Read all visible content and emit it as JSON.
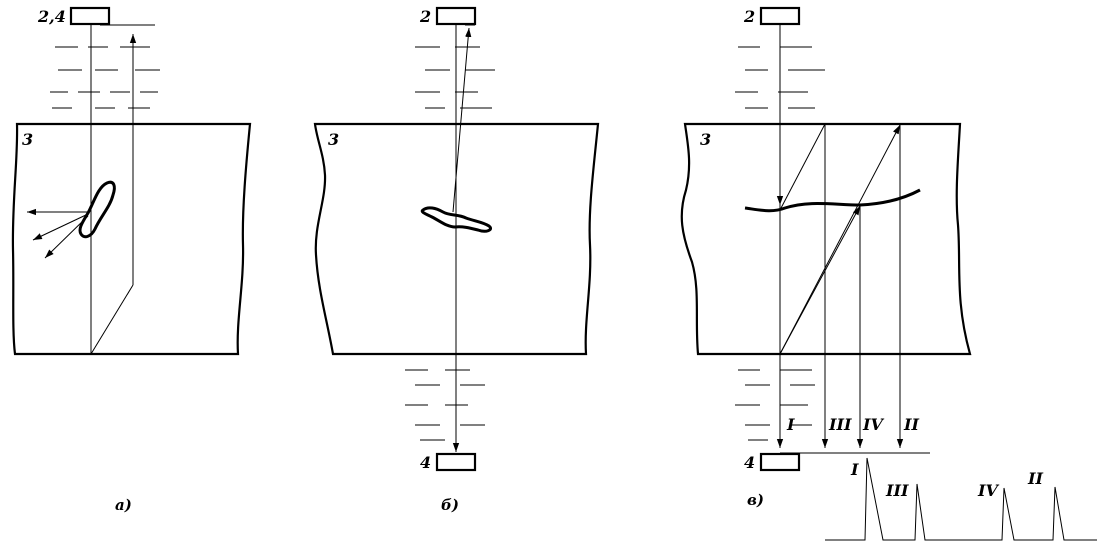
{
  "panel_a": {
    "caption": "а)",
    "transducer_label": "2,4",
    "specimen_label": "3"
  },
  "panel_b": {
    "caption": "б)",
    "top_transducer_label": "2",
    "bottom_transducer_label": "4",
    "specimen_label": "3"
  },
  "panel_c": {
    "caption": "в)",
    "top_transducer_label": "2",
    "bottom_transducer_label": "4",
    "specimen_label": "3",
    "path_labels": [
      "I",
      "III",
      "IV",
      "II"
    ],
    "pulse_labels": [
      "I",
      "III",
      "IV",
      "II"
    ]
  }
}
